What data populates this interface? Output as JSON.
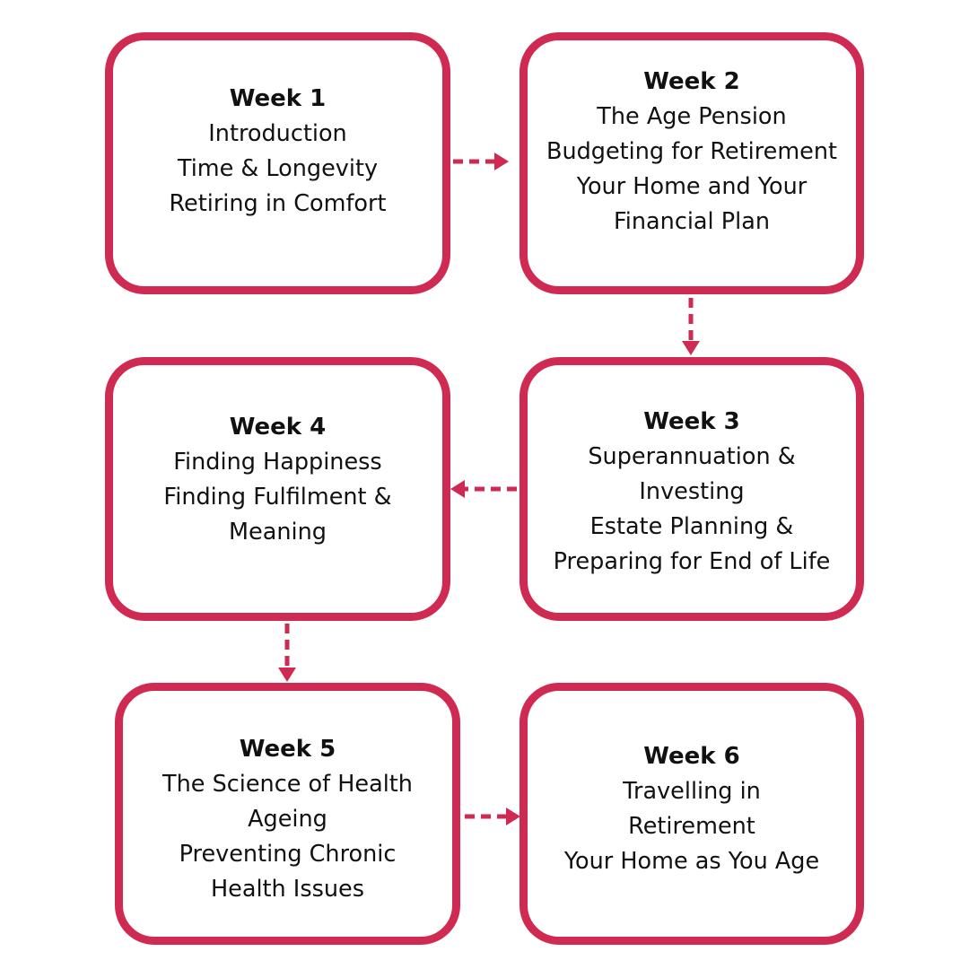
{
  "colors": {
    "accent": "#ce2a52",
    "text": "#111111",
    "background": "#ffffff"
  },
  "weeks": [
    {
      "title": "Week 1",
      "lines": [
        "Introduction",
        "Time & Longevity",
        "Retiring in Comfort"
      ]
    },
    {
      "title": "Week 2",
      "lines": [
        "The Age Pension",
        "Budgeting for Retirement",
        "Your Home and Your",
        "Financial Plan"
      ]
    },
    {
      "title": "Week 3",
      "lines": [
        "Superannuation &",
        "Investing",
        "Estate Planning &",
        "Preparing for End of Life"
      ]
    },
    {
      "title": "Week 4",
      "lines": [
        "Finding Happiness",
        "Finding Fulfilment &",
        "Meaning"
      ]
    },
    {
      "title": "Week 5",
      "lines": [
        "The Science of Health",
        "Ageing",
        "Preventing Chronic",
        "Health Issues"
      ]
    },
    {
      "title": "Week 6",
      "lines": [
        "Travelling in",
        "Retirement",
        "Your Home as You Age"
      ]
    }
  ],
  "connectors": [
    {
      "from": "Week 1",
      "to": "Week 2",
      "style": "dashed-arrow"
    },
    {
      "from": "Week 2",
      "to": "Week 3",
      "style": "dashed-arrow"
    },
    {
      "from": "Week 3",
      "to": "Week 4",
      "style": "dashed-arrow"
    },
    {
      "from": "Week 4",
      "to": "Week 5",
      "style": "dashed-arrow"
    },
    {
      "from": "Week 5",
      "to": "Week 6",
      "style": "dashed-arrow"
    }
  ]
}
